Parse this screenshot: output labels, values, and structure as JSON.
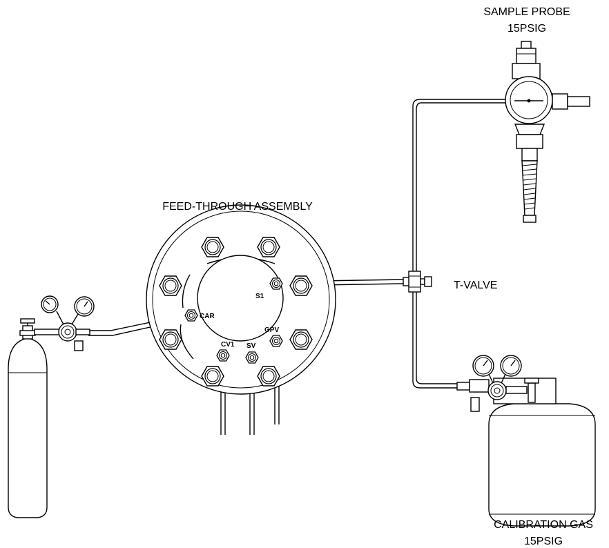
{
  "labels": {
    "sample_probe": "SAMPLE PROBE",
    "sample_probe_pressure": "15PSIG",
    "feed_through": "FEED-THROUGH ASSEMBLY",
    "t_valve": "T-VALVE",
    "calibration_gas": "CALIBRATION GAS",
    "calibration_gas_pressure": "15PSIG"
  },
  "ports": {
    "s1": "S1",
    "car": "CAR",
    "gpv": "GPV",
    "cv1": "CV1",
    "sv": "SV"
  },
  "colors": {
    "line": "#000000",
    "background": "#ffffff"
  }
}
